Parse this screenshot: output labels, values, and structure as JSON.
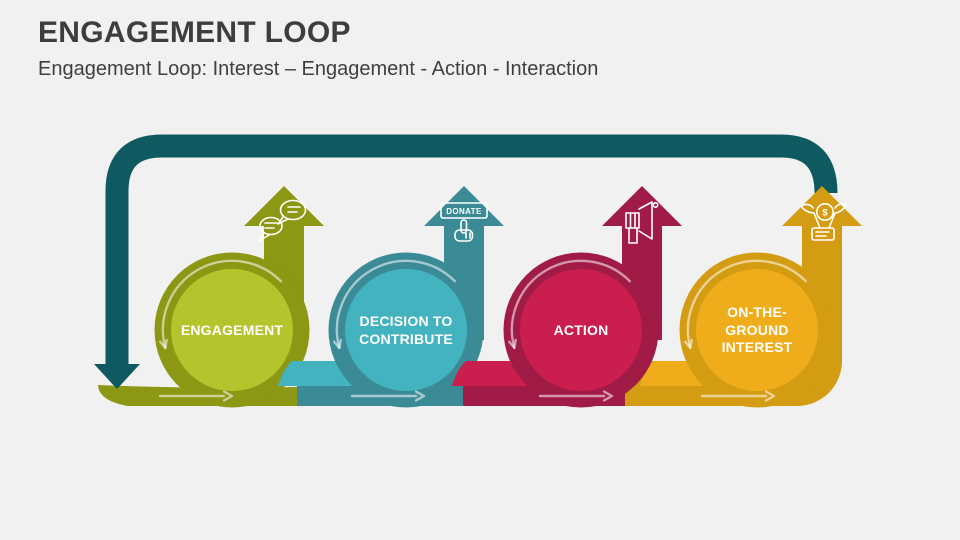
{
  "slide": {
    "title": "ENGAGEMENT LOOP",
    "subtitle": "Engagement Loop: Interest – Engagement - Action - Interaction",
    "background_color": "#f1f1f2",
    "title_color": "#3d3d3d"
  },
  "diagram": {
    "loop_color": "#0e5a60",
    "flow_arrow_color": "rgba(255,255,255,0.55)",
    "steps": [
      {
        "label": "ENGAGEMENT",
        "icon": "chat-bubbles-icon",
        "ring_color": "#8c9713",
        "fill_color": "#b5c32d"
      },
      {
        "label": "DECISION TO\nCONTRIBUTE",
        "icon": "donate-click-icon",
        "button_text": "DONATE",
        "ring_color": "#3a8b96",
        "fill_color": "#44b3c0"
      },
      {
        "label": "ACTION",
        "icon": "megaphone-icon",
        "ring_color": "#a01b45",
        "fill_color": "#ca1e4f"
      },
      {
        "label": "ON-THE-\nGROUND\nINTEREST",
        "icon": "money-growth-icon",
        "currency_symbol": "$",
        "ring_color": "#d49c12",
        "fill_color": "#f0ad1b"
      }
    ]
  }
}
